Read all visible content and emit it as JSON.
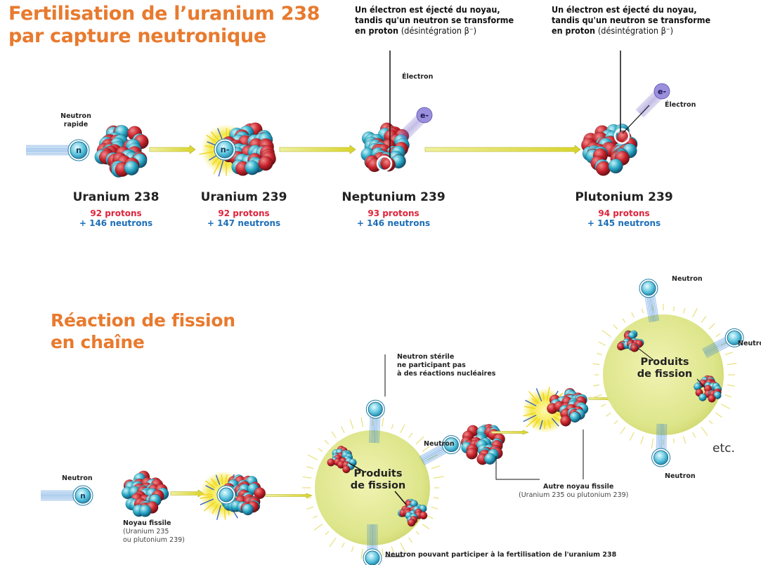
{
  "section1": {
    "title_line1": "Fertilisation de l’uranium 238",
    "title_line2": "par capture neutronique",
    "note_line1": "Un électron est éjecté du noyau,",
    "note_line2": "tandis qu'un neutron se transforme",
    "note_line3_bold": "en proton",
    "note_line3_thin": "(désintégration β⁻)",
    "electron_label": "Électron",
    "electron_symbol": "e-",
    "neutron_label_line1": "Neutron",
    "neutron_label_line2": "rapide",
    "neutron_symbol": "n",
    "neutron_symbol_captured": "n-",
    "elements": [
      {
        "name": "Uranium 238",
        "protons": "92 protons",
        "neutrons": "+ 146 neutrons"
      },
      {
        "name": "Uranium 239",
        "protons": "92 protons",
        "neutrons": "+ 147 neutrons"
      },
      {
        "name": "Neptunium 239",
        "protons": "93 protons",
        "neutrons": "+ 146 neutrons"
      },
      {
        "name": "Plutonium 239",
        "protons": "94 protons",
        "neutrons": "+ 145 neutrons"
      }
    ]
  },
  "section2": {
    "title_line1": "Réaction de fission",
    "title_line2": "en chaîne",
    "neutron_label": "Neutron",
    "neutron_symbol": "n",
    "fissile_line1": "Noyau fissile",
    "fissile_line2": "(Uranium 235",
    "fissile_line3": "ou plutonium 239)",
    "sterile_line1": "Neutron stérile",
    "sterile_line2": "ne participant pas",
    "sterile_line3": "à des réactions nucléaires",
    "products_line1": "Produits",
    "products_line2": "de fission",
    "other_line1": "Autre noyau fissile",
    "other_line2": "(Uranium 235 ou plutonium 239)",
    "fert_note": "Neutron pouvant participer à la fertilisation de l'uranium 238",
    "etc": "etc."
  },
  "colors": {
    "title_orange": "#e87a2e",
    "proton_red": "#e0233b",
    "neutron_blue": "#1d6fb8",
    "fission_yellow": "#e6ec9a",
    "arrow_yellow": "#e3e04a"
  }
}
